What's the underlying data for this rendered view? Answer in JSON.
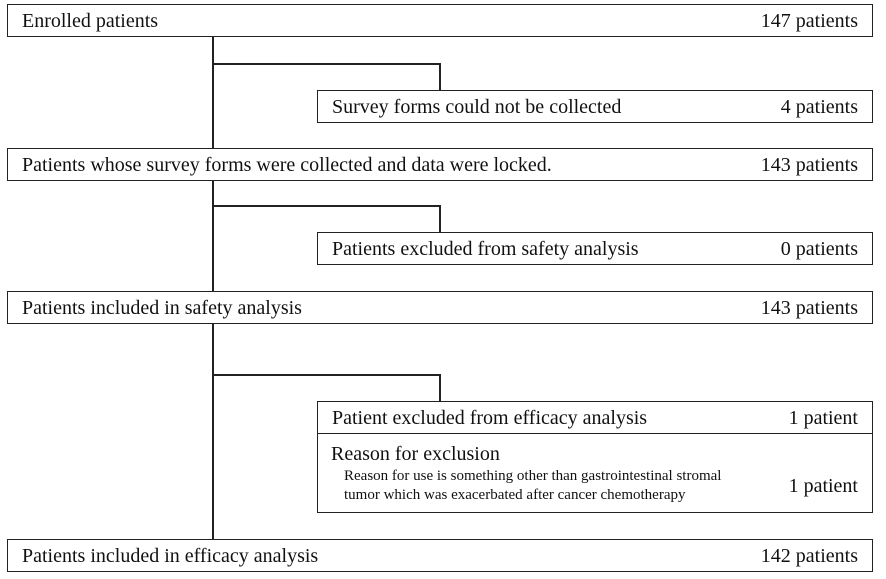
{
  "enrolled": {
    "label": "Enrolled patients",
    "count": "147 patients"
  },
  "not_collected": {
    "label": "Survey forms could not be collected",
    "count": "4 patients"
  },
  "collected": {
    "label": "Patients whose survey forms were collected and data were locked.",
    "count": "143 patients"
  },
  "excluded_safety": {
    "label": "Patients excluded from safety analysis",
    "count": "0 patients"
  },
  "safety": {
    "label": "Patients included in safety analysis",
    "count": "143 patients"
  },
  "excluded_efficacy": {
    "label": "Patient excluded from efficacy analysis",
    "count": "1 patient"
  },
  "reason": {
    "title": "Reason for exclusion",
    "line1": "Reason for use is something other than gastrointestinal stromal",
    "line2": "tumor which was exacerbated after cancer chemotherapy",
    "count": "1 patient"
  },
  "efficacy": {
    "label": "Patients included in efficacy analysis",
    "count": "142 patients"
  }
}
